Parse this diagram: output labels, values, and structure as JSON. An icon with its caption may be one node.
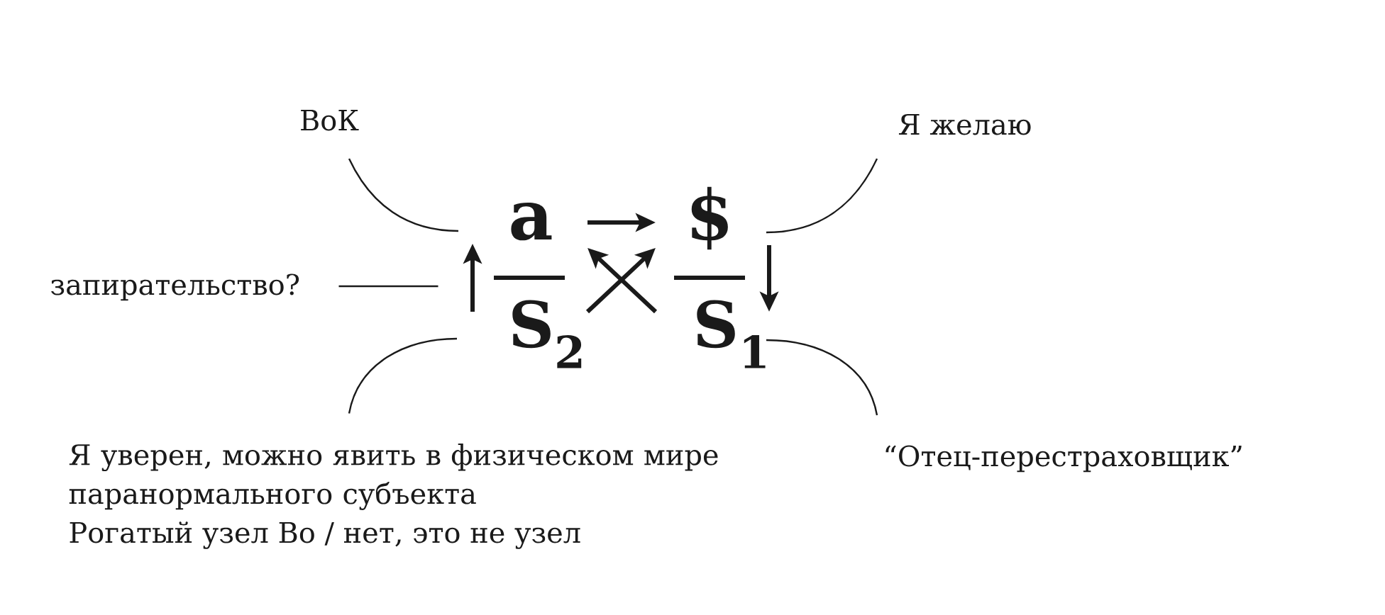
{
  "diagram": {
    "nodes": [
      {
        "text": [
          "ВоК"
        ]
      },
      {
        "text": [
          "Я желаю"
        ]
      },
      {
        "text": [
          "a"
        ]
      },
      {
        "text": [
          "$"
        ]
      },
      {
        "text": [
          "запирательство?"
        ]
      },
      {
        "text": [
          "S$_{2}$"
        ]
      },
      {
        "text": [
          "S$_{1}$"
        ]
      },
      {
        "text": [
          "Я уверен, можно явить в физическом мире паранормального субъекта",
          "Рогатый узел Во / нет, это не узел"
        ]
      },
      {
        "text": [
          "“Отец-перестраховщик”"
        ]
      }
    ],
    "edges": [
      {
        "from": 2,
        "to": 3,
        "arrow": "to",
        "style": "thick"
      },
      {
        "from": 5,
        "to": 2,
        "arrow": "to",
        "style": "thick"
      },
      {
        "from": 3,
        "to": 6,
        "arrow": "to",
        "style": "thick"
      },
      {
        "from": 5,
        "to": 3,
        "arrow": "to",
        "style": "thick"
      },
      {
        "from": 6,
        "to": 2,
        "arrow": "to",
        "style": "thick"
      },
      {
        "from": 0,
        "to": 2,
        "arrow": "none"
      },
      {
        "from": 1,
        "to": 3,
        "arrow": "none"
      },
      {
        "from": 4,
        "to": null,
        "arrow": "none"
      },
      {
        "from": 7,
        "to": 5,
        "arrow": "none"
      },
      {
        "from": 8,
        "to": 6,
        "arrow": "none"
      }
    ]
  }
}
